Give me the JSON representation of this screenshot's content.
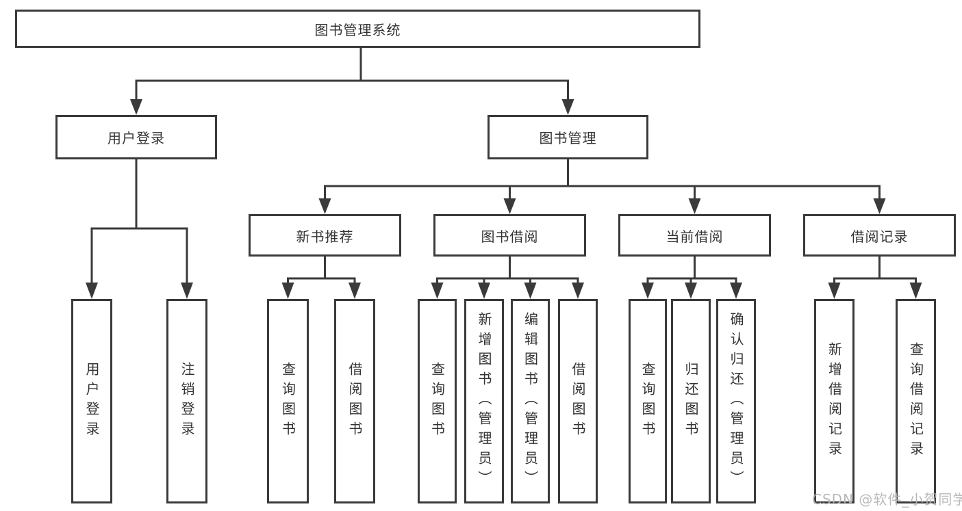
{
  "tree": {
    "label": "图书管理系统",
    "children": [
      {
        "label": "用户登录",
        "children": [
          {
            "label": "用户登录"
          },
          {
            "label": "注销登录"
          }
        ]
      },
      {
        "label": "图书管理",
        "children": [
          {
            "label": "新书推荐",
            "children": [
              {
                "label": "查询图书"
              },
              {
                "label": "借阅图书"
              }
            ]
          },
          {
            "label": "图书借阅",
            "children": [
              {
                "label": "查询图书"
              },
              {
                "label": "新增图书（管理员）"
              },
              {
                "label": "编辑图书（管理员）"
              },
              {
                "label": "借阅图书"
              }
            ]
          },
          {
            "label": "当前借阅",
            "children": [
              {
                "label": "查询图书"
              },
              {
                "label": "归还图书"
              },
              {
                "label": "确认归还（管理员）"
              }
            ]
          },
          {
            "label": "借阅记录",
            "children": [
              {
                "label": "新增借阅记录"
              },
              {
                "label": "查询借阅记录"
              }
            ]
          }
        ]
      }
    ]
  },
  "watermark": {
    "text": "CSDN @软件_小贺同学"
  },
  "colors": {
    "line": "#3a3a3a",
    "text": "#333333",
    "watermark": "#b4b4b4",
    "background": "#ffffff"
  }
}
